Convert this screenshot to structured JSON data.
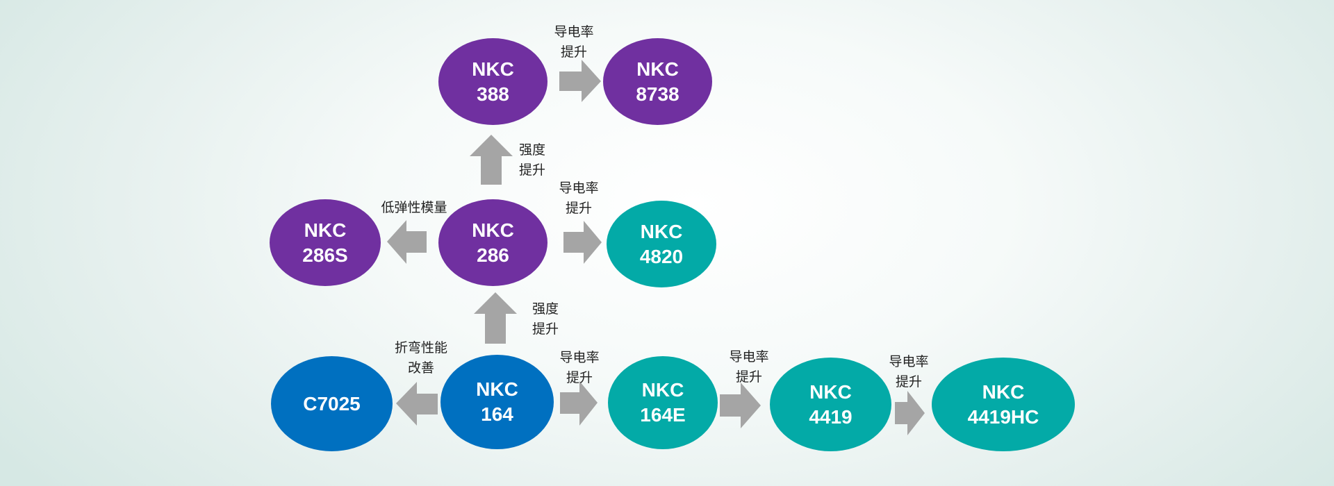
{
  "colors": {
    "purple": "#7030a0",
    "teal": "#03aaa7",
    "blue": "#0070c0",
    "arrow": "#a5a5a5"
  },
  "nodes": {
    "nkc388": {
      "line1": "NKC",
      "line2": "388"
    },
    "nkc8738": {
      "line1": "NKC",
      "line2": "8738"
    },
    "nkc286s": {
      "line1": "NKC",
      "line2": "286S"
    },
    "nkc286": {
      "line1": "NKC",
      "line2": "286"
    },
    "nkc4820": {
      "line1": "NKC",
      "line2": "4820"
    },
    "c7025": {
      "line1": "C7025"
    },
    "nkc164": {
      "line1": "NKC",
      "line2": "164"
    },
    "nkc164e": {
      "line1": "NKC",
      "line2": "164E"
    },
    "nkc4419": {
      "line1": "NKC",
      "line2": "4419"
    },
    "nkc4419hc": {
      "line1": "NKC",
      "line2": "4419HC"
    }
  },
  "labels": {
    "conductivity_388_8738": {
      "line1": "导电率",
      "line2": "提升"
    },
    "strength_286_388": {
      "line1": "强度",
      "line2": "提升"
    },
    "conductivity_286_4820": {
      "line1": "导电率",
      "line2": "提升"
    },
    "low_modulus": {
      "line1": "低弹性模量"
    },
    "strength_164_286": {
      "line1": "强度",
      "line2": "提升"
    },
    "bending_improve": {
      "line1": "折弯性能",
      "line2": "改善"
    },
    "conductivity_164_164e": {
      "line1": "导电率",
      "line2": "提升"
    },
    "conductivity_164e_4419": {
      "line1": "导电率",
      "line2": "提升"
    },
    "conductivity_4419_4419hc": {
      "line1": "导电率",
      "line2": "提升"
    }
  }
}
